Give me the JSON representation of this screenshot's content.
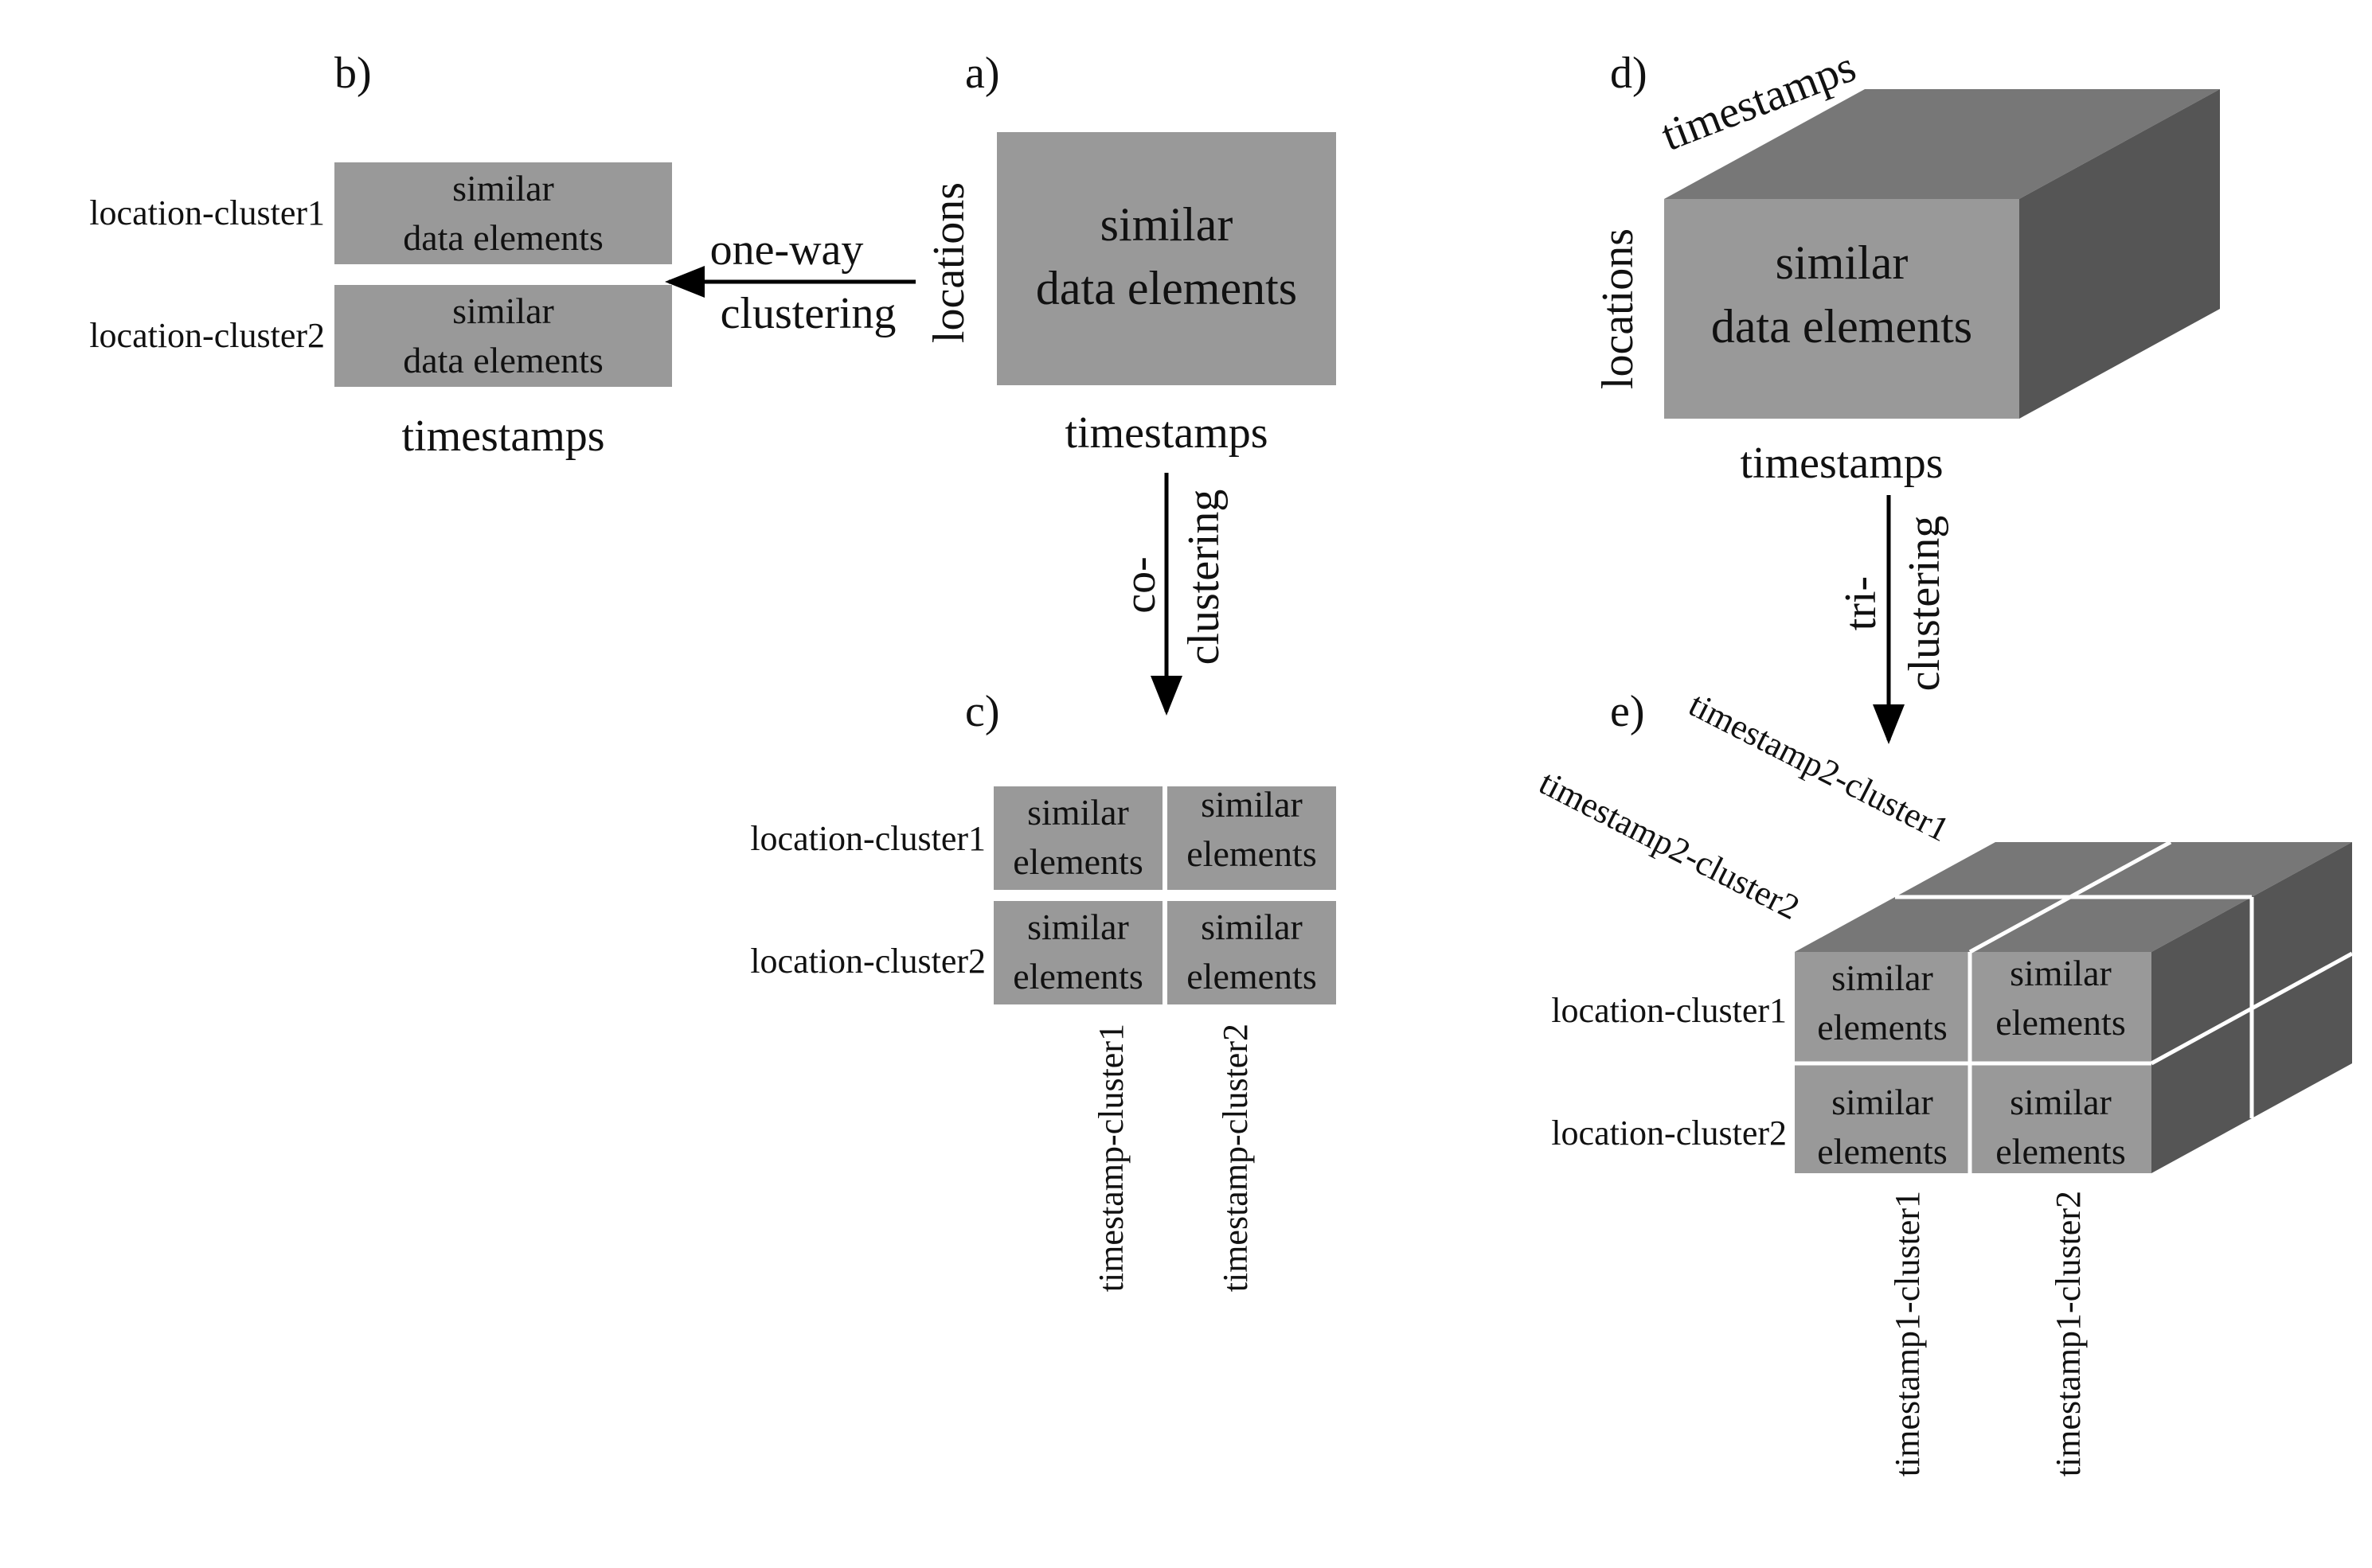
{
  "colors": {
    "face": "#999999",
    "top": "#777777",
    "side": "#555555",
    "text": "#111111",
    "arrow": "#000000",
    "divider": "#ffffff"
  },
  "panel_labels": {
    "a": "a)",
    "b": "b)",
    "c": "c)",
    "d": "d)",
    "e": "e)"
  },
  "block_a": {
    "line1": "similar",
    "line2": "data elements",
    "y_axis": "locations",
    "x_axis": "timestamps"
  },
  "one_way_arrow": {
    "line1": "one-way",
    "line2": "clustering"
  },
  "block_b": {
    "rows": [
      {
        "label": "location-cluster1",
        "line1": "similar",
        "line2": "data elements"
      },
      {
        "label": "location-cluster2",
        "line1": "similar",
        "line2": "data elements"
      }
    ],
    "x_axis": "timestamps"
  },
  "co_arrow": {
    "line1": "co-",
    "line2": "clustering"
  },
  "block_c": {
    "row_labels": [
      "location-cluster1",
      "location-cluster2"
    ],
    "col_labels": [
      "timestamp-cluster1",
      "timestamp-cluster2"
    ],
    "cell_line1": "similar",
    "cell_line2": "elements"
  },
  "block_d": {
    "line1": "similar",
    "line2": "data elements",
    "y_axis": "locations",
    "x_axis": "timestamps",
    "depth_axis": "timestamps"
  },
  "tri_arrow": {
    "line1": "tri-",
    "line2": "clustering"
  },
  "block_e": {
    "row_labels": [
      "location-cluster1",
      "location-cluster2"
    ],
    "col_labels": [
      "timestamp1-cluster1",
      "timestamp1-cluster2"
    ],
    "depth_labels": [
      "timestamp2-cluster1",
      "timestamp2-cluster2"
    ],
    "cell_line1": "similar",
    "cell_line2": "elements"
  }
}
